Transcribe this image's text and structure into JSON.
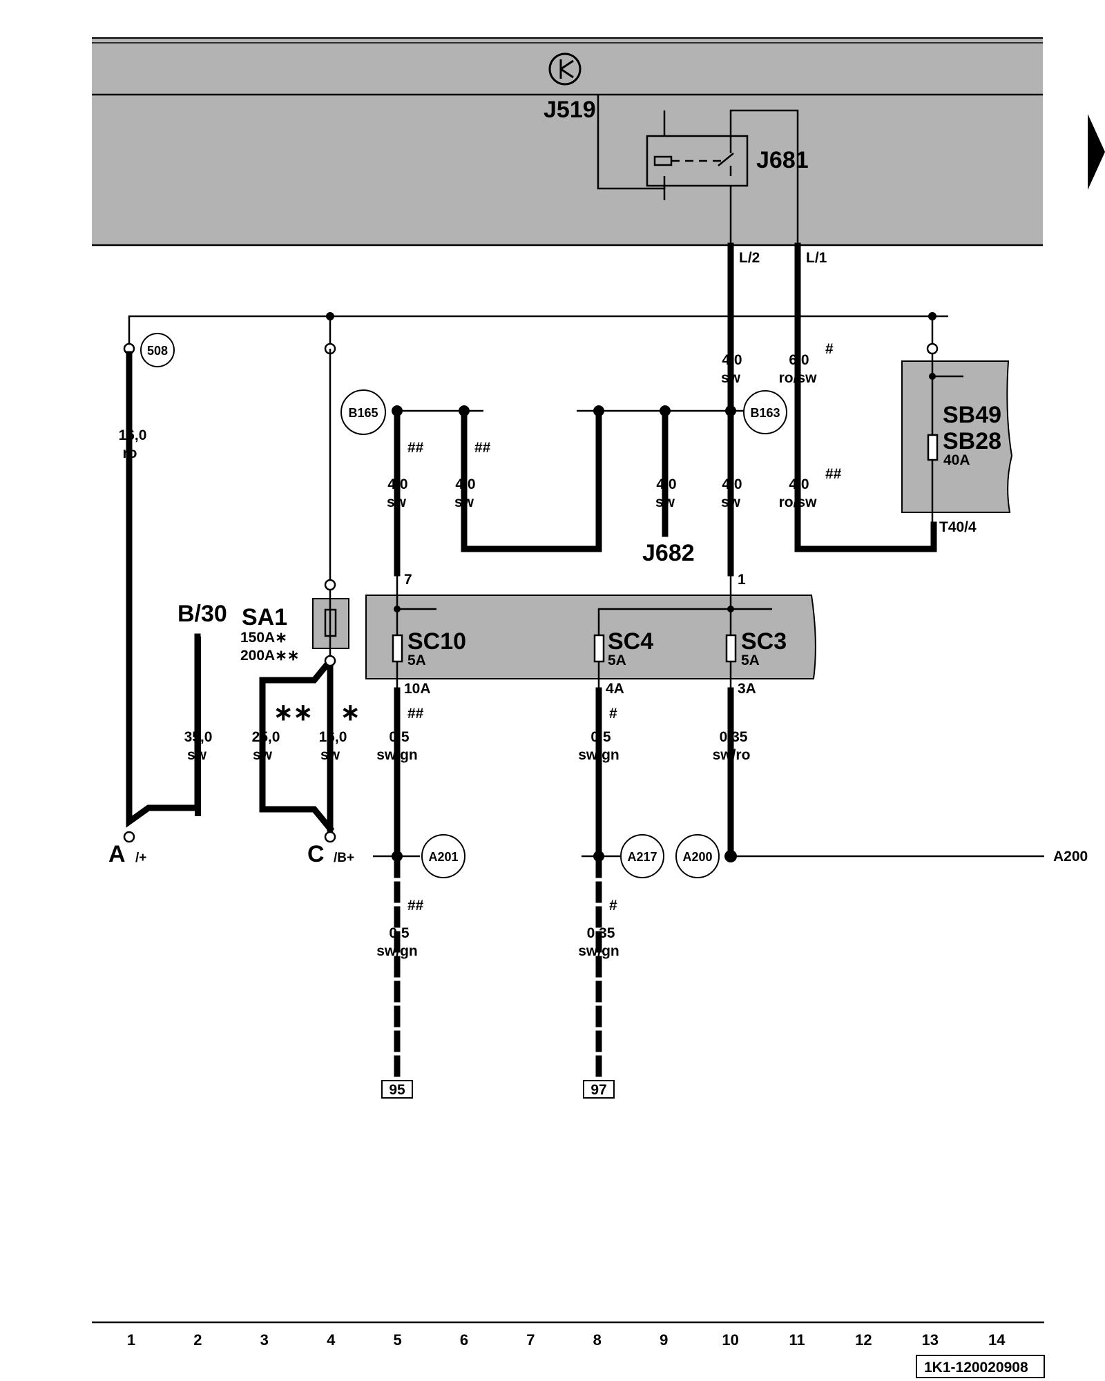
{
  "components": {
    "j519": "J519",
    "j681": "J681",
    "j682": "J682",
    "sa1": "SA1",
    "sa1_r1": "150A∗",
    "sa1_r2": "200A∗∗",
    "sb49": "SB49",
    "sb28": "SB28",
    "sb_rating": "40A",
    "sc10": "SC10",
    "sc4": "SC4",
    "sc3": "SC3",
    "sc_rating": "5A",
    "t40_4": "T40/4",
    "b30": "B/30"
  },
  "terminals": {
    "l2": "L/2",
    "l1": "L/1",
    "a": "A",
    "a_sub": "/+",
    "c": "C",
    "c_sub": "/B+"
  },
  "pins": {
    "p7": "7",
    "p1": "1",
    "p10a": "10A",
    "p4a": "4A",
    "p3a": "3A"
  },
  "connectors": {
    "c508": "508",
    "b165": "B165",
    "b163": "B163",
    "a201": "A201",
    "a217": "A217",
    "a200": "A200",
    "a200_right": "A200"
  },
  "wires": [
    {
      "id": "w1",
      "size": "16,0",
      "color": "ro"
    },
    {
      "id": "w2",
      "size": "35,0",
      "color": "sw"
    },
    {
      "id": "w3",
      "size": "25,0",
      "color": "sw"
    },
    {
      "id": "w4",
      "size": "16,0",
      "color": "sw"
    },
    {
      "id": "w5",
      "size": "4,0",
      "color": "sw"
    },
    {
      "id": "w6",
      "size": "4,0",
      "color": "sw"
    },
    {
      "id": "w7",
      "size": "4,0",
      "color": "sw"
    },
    {
      "id": "w8",
      "size": "4,0",
      "color": "sw"
    },
    {
      "id": "w9",
      "size": "4,0",
      "color": "sw"
    },
    {
      "id": "w10",
      "size": "6,0",
      "color": "ro/sw"
    },
    {
      "id": "w11",
      "size": "4,0",
      "color": "ro/sw"
    },
    {
      "id": "w12",
      "size": "0,5",
      "color": "sw/gn"
    },
    {
      "id": "w13",
      "size": "0,5",
      "color": "sw/gn"
    },
    {
      "id": "w14",
      "size": "0,35",
      "color": "sw/ro"
    },
    {
      "id": "w15",
      "size": "0,5",
      "color": "sw/gn"
    },
    {
      "id": "w16",
      "size": "0,35",
      "color": "sw/gn"
    }
  ],
  "marks": {
    "single": "∗",
    "double": "∗∗",
    "hash": "#",
    "dhash": "##"
  },
  "refs": {
    "r95": "95",
    "r97": "97"
  },
  "columns": [
    "1",
    "2",
    "3",
    "4",
    "5",
    "6",
    "7",
    "8",
    "9",
    "10",
    "11",
    "12",
    "13",
    "14"
  ],
  "doc_id": "1K1-120020908",
  "colors": {
    "panel": "#b3b3b3",
    "wire": "#000000",
    "background": "#ffffff"
  }
}
